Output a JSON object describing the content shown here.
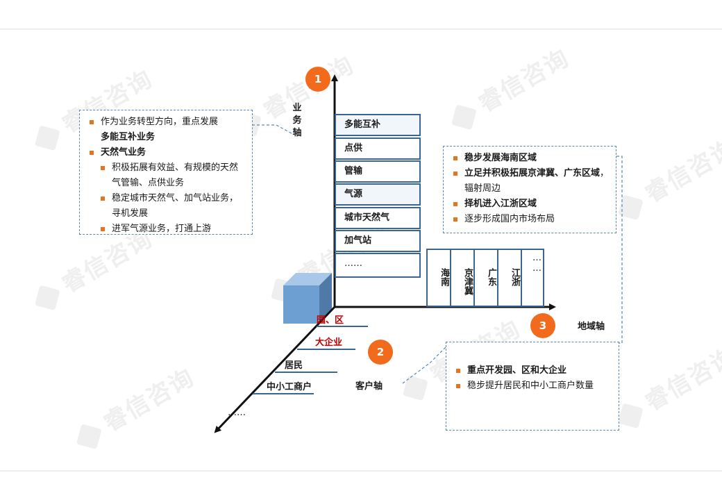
{
  "axes": {
    "business_axis": "业务轴",
    "customer_axis": "客户轴",
    "geo_axis": "地域轴",
    "markers": [
      "1",
      "2",
      "3"
    ]
  },
  "watermark": "睿信咨询",
  "business_items": [
    "多能互补",
    "点供",
    "管输",
    "气源",
    "城市天然气",
    "加气站",
    "……"
  ],
  "geo_items": [
    "海南",
    "京津冀",
    "广东",
    "江浙",
    "……"
  ],
  "customer_items": [
    "园、区",
    "大企业",
    "居民",
    "中小工商户",
    "……"
  ],
  "left_box": {
    "line1": "作为业务转型方向，重点发展",
    "line1b": "多能互补业务",
    "line2": "天然气业务",
    "sub1": "积极拓展有效益、有规模的天然气管输、点供业务",
    "sub2": "稳定城市天然气、加气站业务，寻机发展",
    "sub3": "进军气源业务，打通上游"
  },
  "right_box": {
    "item1": "稳步发展海南区域",
    "item2a": "立足并积极拓展京津冀、广东区域",
    "item2b": "，辐射周边",
    "item3": "择机进入江浙区域",
    "item4": "逐步形成国内市场布局"
  },
  "bottom_box": {
    "item1": "重点开发园、区和大企业",
    "item2": "稳步提升居民和中小工商户数量"
  },
  "colors": {
    "accent": "#f26a1b",
    "axis": "#111111",
    "box_border": "#3b6591",
    "cube": "#6d9fd3",
    "highlight_text": "#c00000"
  }
}
